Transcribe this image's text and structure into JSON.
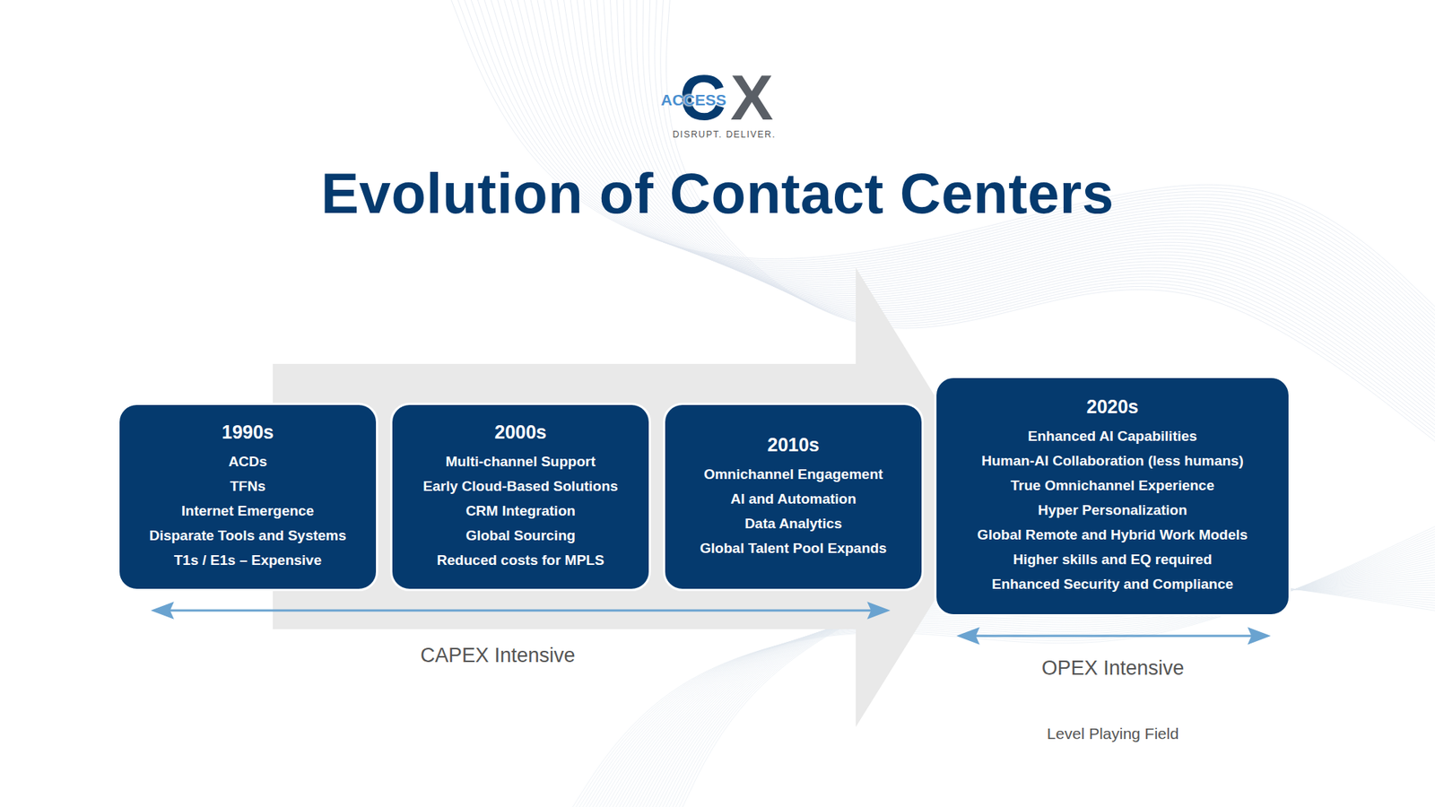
{
  "diagram": {
    "title": "Evolution of Contact Centers",
    "nodes": [
      {
        "text": [
          "1990s",
          "ACDs",
          "TFNs",
          "Internet Emergence",
          "Disparate Tools and Systems",
          "T1s / E1s – Expensive"
        ]
      },
      {
        "text": [
          "2000s",
          "Multi-channel Support",
          "Early Cloud-Based Solutions",
          "CRM Integration",
          "Global Sourcing",
          "Reduced costs for MPLS"
        ]
      },
      {
        "text": [
          "2010s",
          "Omnichannel Engagement",
          "AI and Automation",
          "Data Analytics",
          "Global Talent Pool Expands"
        ]
      },
      {
        "text": [
          "2020s",
          "Enhanced AI Capabilities",
          "Human-AI Collaboration (less humans)",
          "True Omnichannel Experience",
          "Hyper Personalization",
          "Global Remote and Hybrid Work Models",
          "Higher skills and EQ required",
          "Enhanced Security and Compliance"
        ]
      }
    ],
    "labels": [
      "ACCESS",
      "C",
      "X",
      "DISRUPT. DELIVER.",
      "CAPEX Intensive",
      "OPEX Intensive",
      "Level Playing Field"
    ]
  }
}
